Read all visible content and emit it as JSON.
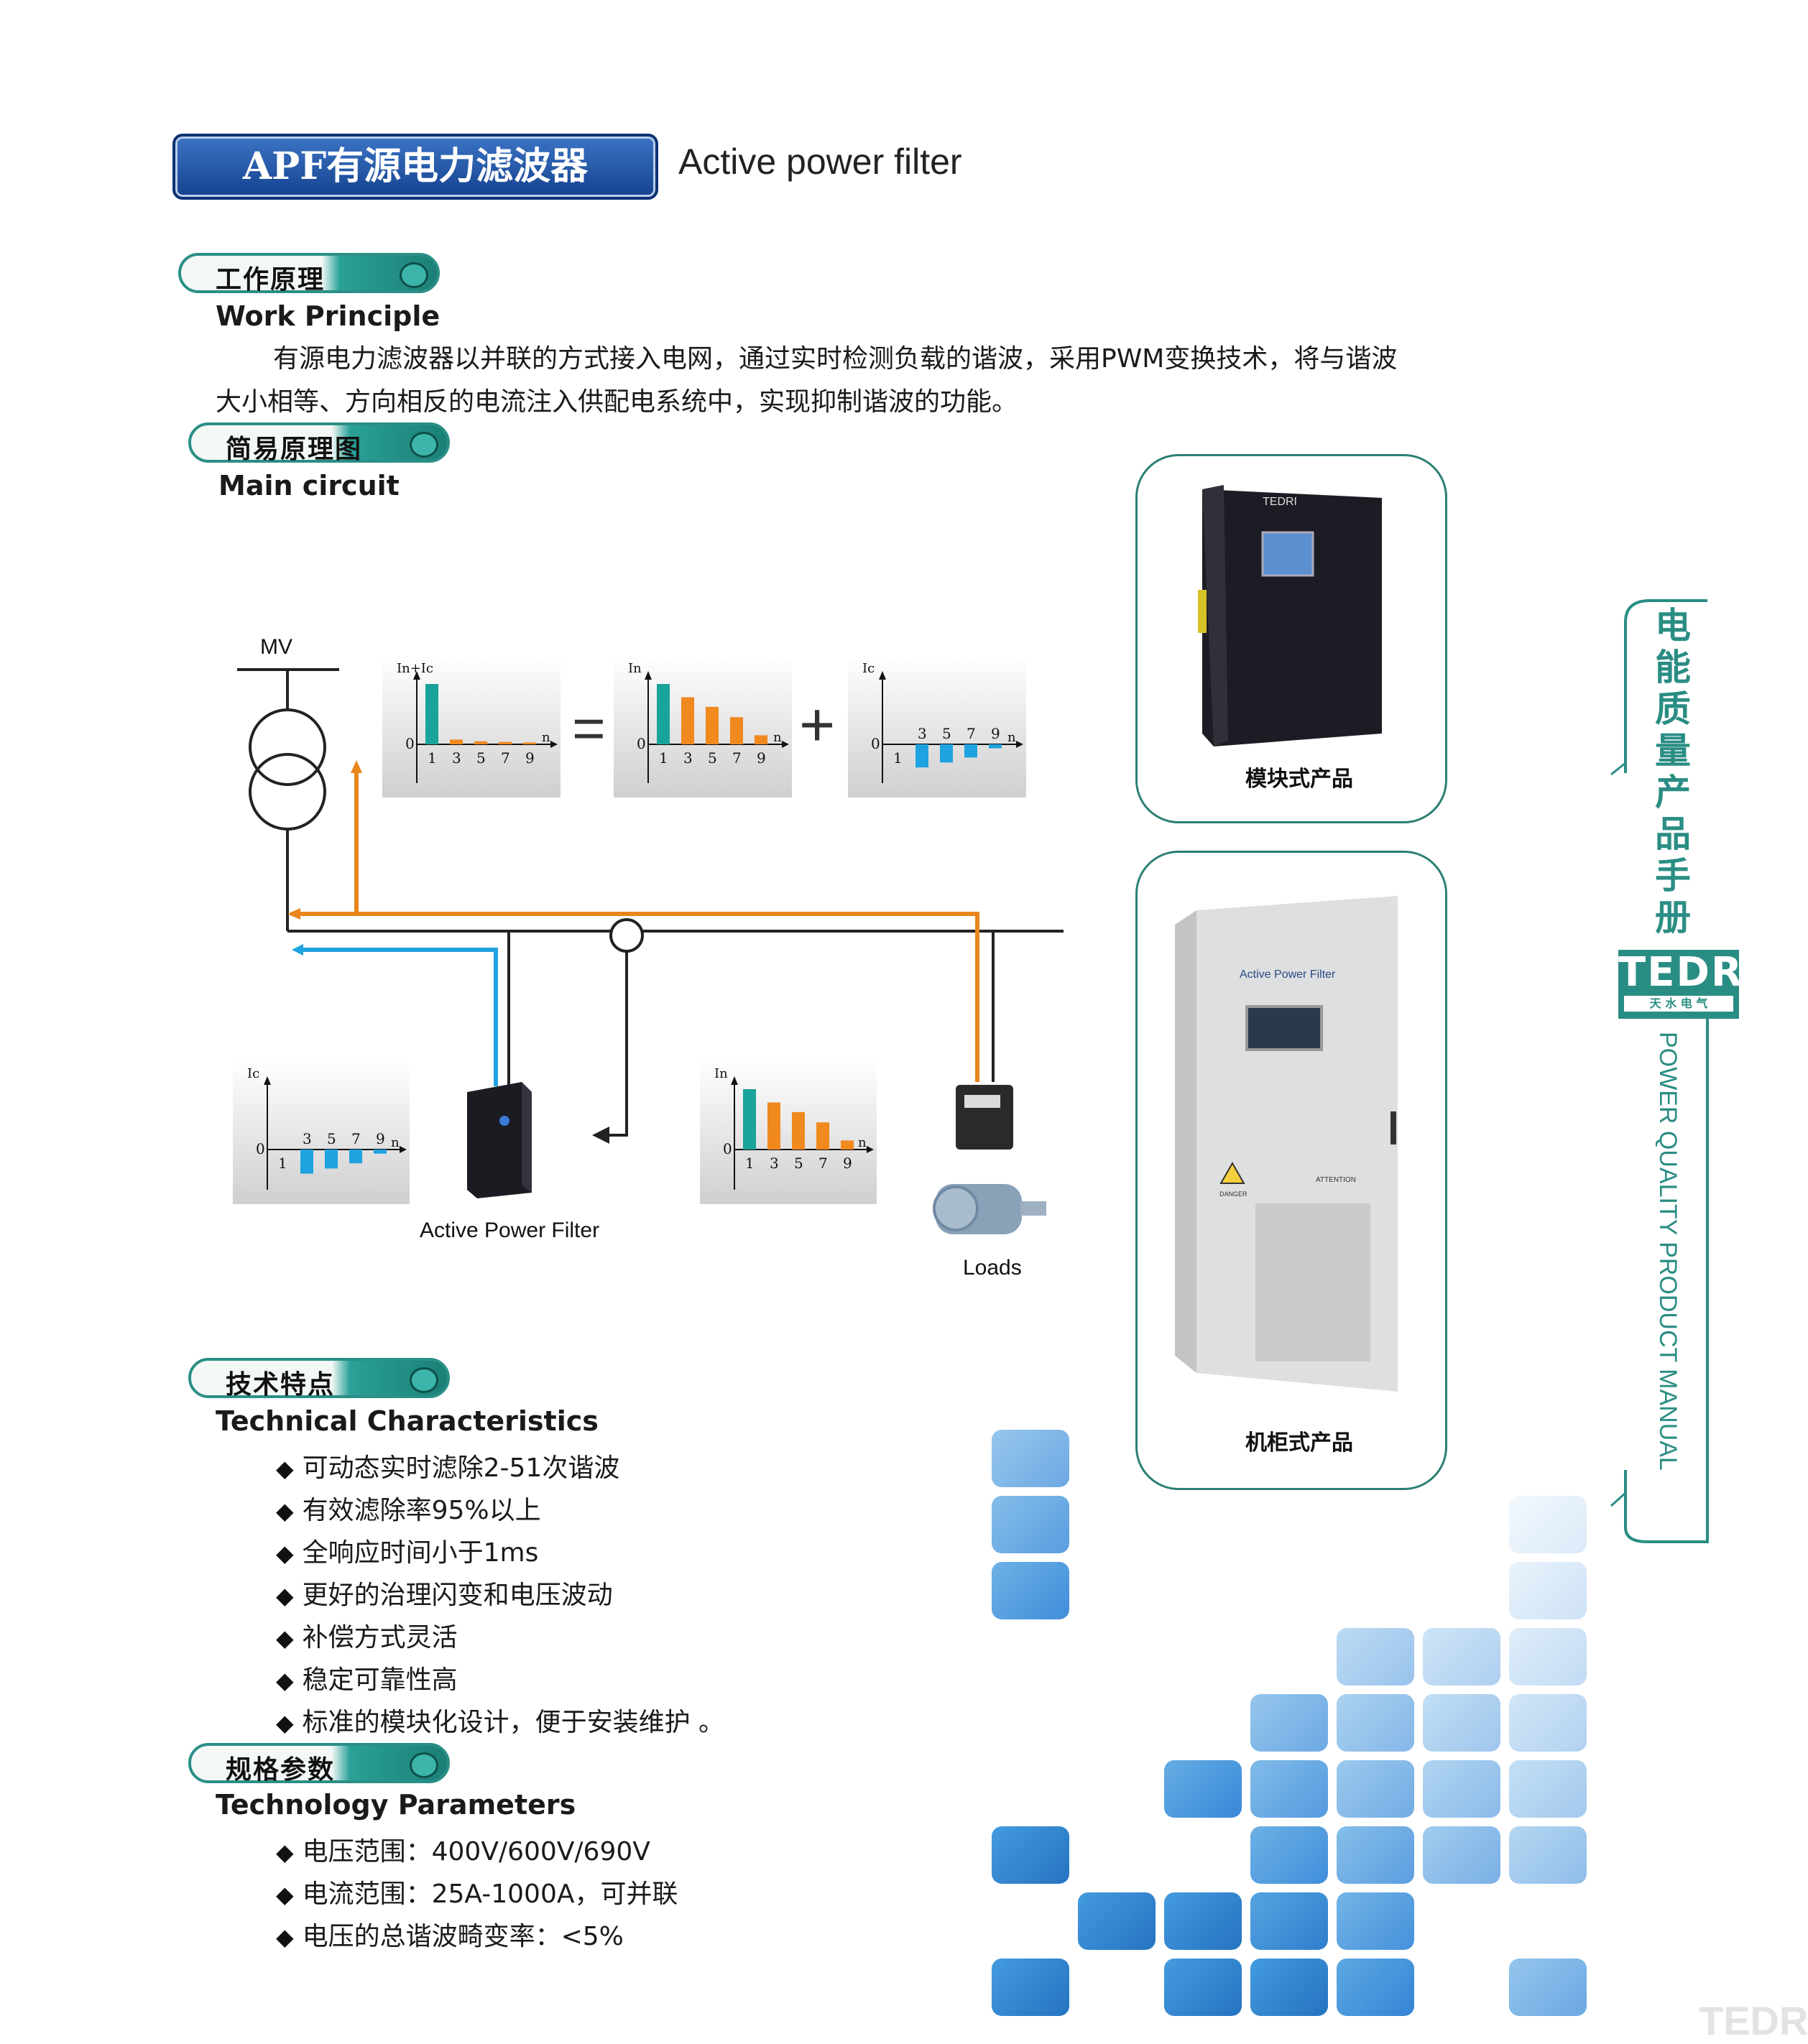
{
  "header": {
    "title_zh": "APF有源电力滤波器",
    "title_en": "Active power filter"
  },
  "work_principle": {
    "title_zh": "工作原理",
    "title_en": "Work Principle",
    "line1": "有源电力滤波器以并联的方式接入电网，通过实时检测负载的谐波，采用PWM变换技术，将与谐波",
    "line2": "大小相等、方向相反的电流注入供配电系统中，实现抑制谐波的功能。"
  },
  "main_circuit": {
    "title_zh": "简易原理图",
    "title_en": "Main circuit",
    "mv_label": "MV",
    "apf_label": "Active Power Filter",
    "loads_label": "Loads",
    "equals_sign": "=",
    "plus_sign": "+",
    "charts": [
      {
        "label": "In+Ic",
        "zero": "0",
        "n": "n",
        "ticks": [
          "1",
          "3",
          "5",
          "7",
          "9"
        ],
        "values": [
          1.0,
          0.08,
          0.05,
          0.04,
          0.03
        ]
      },
      {
        "label": "In",
        "zero": "0",
        "n": "n",
        "ticks": [
          "1",
          "3",
          "5",
          "7",
          "9"
        ],
        "values": [
          1.0,
          0.78,
          0.62,
          0.45,
          0.15
        ]
      },
      {
        "label": "Ic",
        "zero": "0",
        "n": "n",
        "ticks": [
          "1",
          "3",
          "5",
          "7",
          "9"
        ],
        "values": [
          0.0,
          -0.7,
          -0.55,
          -0.4,
          -0.12
        ]
      },
      {
        "label": "Ic",
        "zero": "0",
        "n": "n",
        "ticks": [
          "1",
          "3",
          "5",
          "7",
          "9"
        ],
        "values": [
          0.0,
          -0.7,
          -0.55,
          -0.4,
          -0.12
        ]
      },
      {
        "label": "In",
        "zero": "0",
        "n": "n",
        "ticks": [
          "1",
          "3",
          "5",
          "7",
          "9"
        ],
        "values": [
          1.0,
          0.78,
          0.62,
          0.45,
          0.15
        ]
      }
    ]
  },
  "products": {
    "modular_caption": "模块式产品",
    "modular_brand": "TEDRI",
    "cabinet_caption": "机柜式产品",
    "cabinet_panel_title": "Active Power Filter",
    "cabinet_warning": "ATTENTION",
    "cabinet_danger": "DANGER"
  },
  "tech_characteristics": {
    "title_zh": "技术特点",
    "title_en": "Technical Characteristics",
    "items": [
      "可动态实时滤除2-51次谐波",
      "有效滤除率95%以上",
      "全响应时间小于1ms",
      "更好的治理闪变和电压波动",
      "补偿方式灵活",
      "稳定可靠性高",
      "标准的模块化设计，便于安装维护 。"
    ]
  },
  "tech_parameters": {
    "title_zh": "规格参数",
    "title_en": "Technology Parameters",
    "items": [
      "电压范围：400V/600V/690V",
      "电流范围：25A-1000A，可并联",
      "电压的总谐波畸变率：<5%"
    ]
  },
  "side": {
    "zh": [
      "电",
      "能",
      "质",
      "量",
      "产",
      "品",
      "手",
      "册"
    ],
    "logo": "TEDRI",
    "logo_sub": "天 水 电 气",
    "en": "POWER QUALITY PRODUCT MANUAL",
    "corner_logo": "TEDRI"
  },
  "bullet": "◆",
  "colors": {
    "teal": "#2a8d83",
    "blue": "#1b4f9c",
    "orange": "#e8861c",
    "cyan": "#1ea3e0"
  }
}
